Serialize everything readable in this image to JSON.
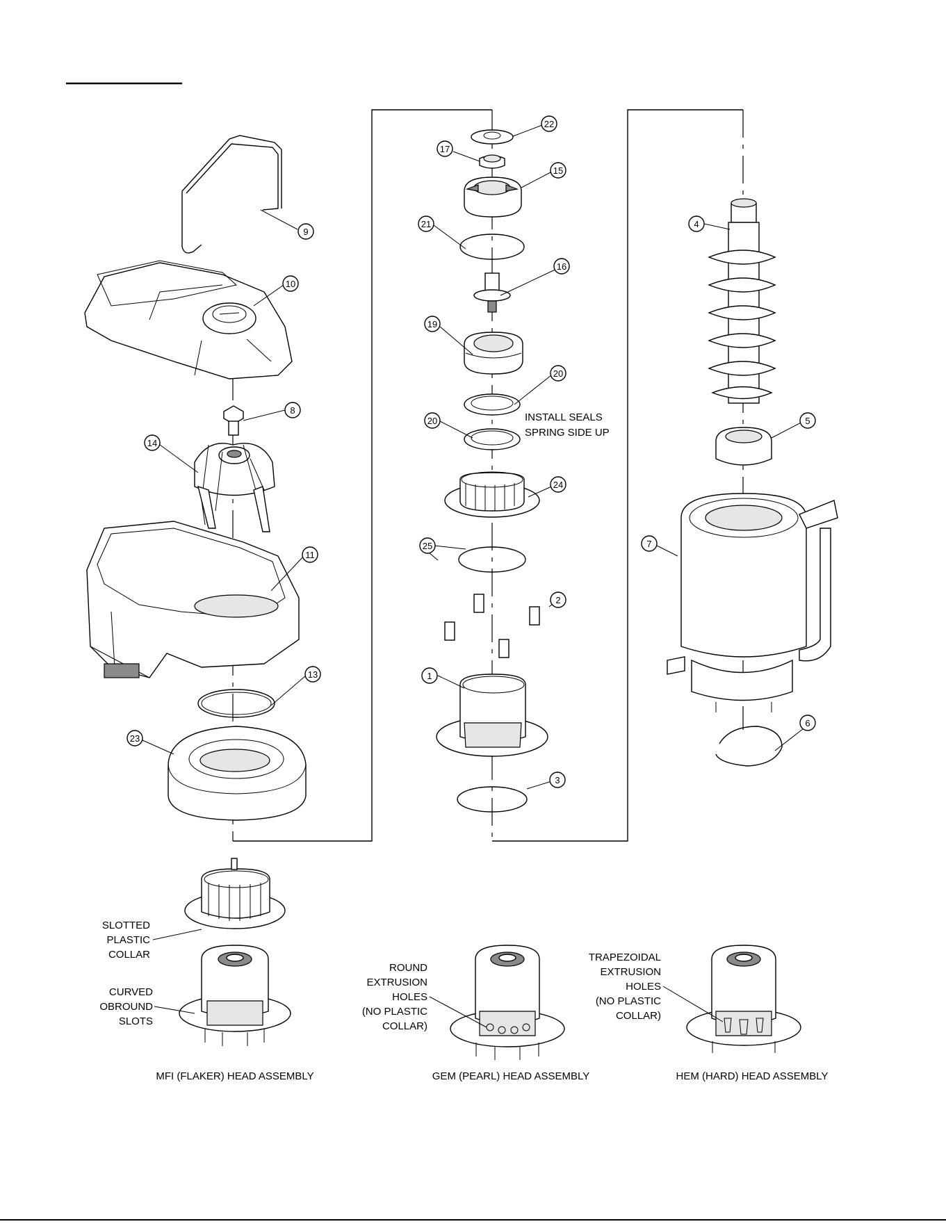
{
  "callouts": [
    "1",
    "2",
    "3",
    "4",
    "5",
    "6",
    "7",
    "8",
    "9",
    "10",
    "11",
    "13",
    "14",
    "15",
    "16",
    "17",
    "19",
    "20",
    "20",
    "21",
    "22",
    "23",
    "24",
    "25"
  ],
  "notes": {
    "install_seals": [
      "INSTALL SEALS",
      "SPRING SIDE UP"
    ],
    "slotted_collar": [
      "SLOTTED",
      "PLASTIC",
      "COLLAR"
    ],
    "curved_slots": [
      "CURVED",
      "OBROUND",
      "SLOTS"
    ],
    "round_holes": [
      "ROUND",
      "EXTRUSION",
      "HOLES",
      "(NO PLASTIC",
      "COLLAR)"
    ],
    "trap_holes": [
      "TRAPEZOIDAL",
      "EXTRUSION",
      "HOLES",
      "(NO PLASTIC",
      "COLLAR)"
    ]
  },
  "captions": {
    "mfi": "MFI (FLAKER) HEAD ASSEMBLY",
    "gem": "GEM (PEARL) HEAD ASSEMBLY",
    "hem": "HEM (HARD) HEAD ASSEMBLY"
  }
}
